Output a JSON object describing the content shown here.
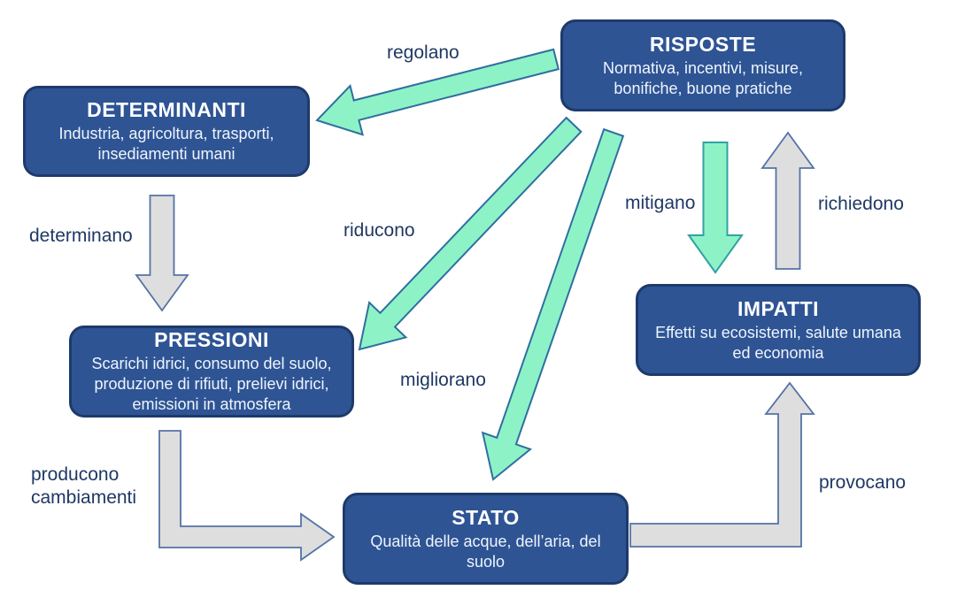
{
  "boxes": {
    "risposte": {
      "title": "RISPOSTE",
      "body": "Normativa, incentivi, misure, bonifiche, buone pratiche"
    },
    "determinanti": {
      "title": "DETERMINANTI",
      "body": "Industria, agricoltura, trasporti, insediamenti umani"
    },
    "pressioni": {
      "title": "PRESSIONI",
      "body": "Scarichi idrici, consumo del suolo, produzione di rifiuti, prelievi idrici, emissioni in atmosfera"
    },
    "stato": {
      "title": "STATO",
      "body": "Qualità delle acque, dell’aria, del suolo"
    },
    "impatti": {
      "title": "IMPATTI",
      "body": "Effetti su ecosistemi, salute umana ed economia"
    }
  },
  "arrow_labels": {
    "regolano": "regolano",
    "determinano": "determinano",
    "riducono": "riducono",
    "migliorano": "migliorano",
    "mitigano": "mitigano",
    "richiedono": "richiedono",
    "producono_cambiamenti": "producono\ncambiamenti",
    "provocano": "provocano"
  },
  "colors": {
    "background": "#FFFFFF",
    "box_fill": "#2E5494",
    "box_border": "#1E3A6B",
    "box_title_text": "#FFFFFF",
    "box_body_text": "#EFF5FD",
    "green_arrow_fill": "#8DF3C7",
    "green_arrow_stroke": "#2F6FA0",
    "green_arrow_stroke_alt": "#2FA3A3",
    "gray_arrow_fill": "#DEDEDE",
    "gray_arrow_stroke": "#5572A6",
    "label_text": "#1F3864"
  }
}
